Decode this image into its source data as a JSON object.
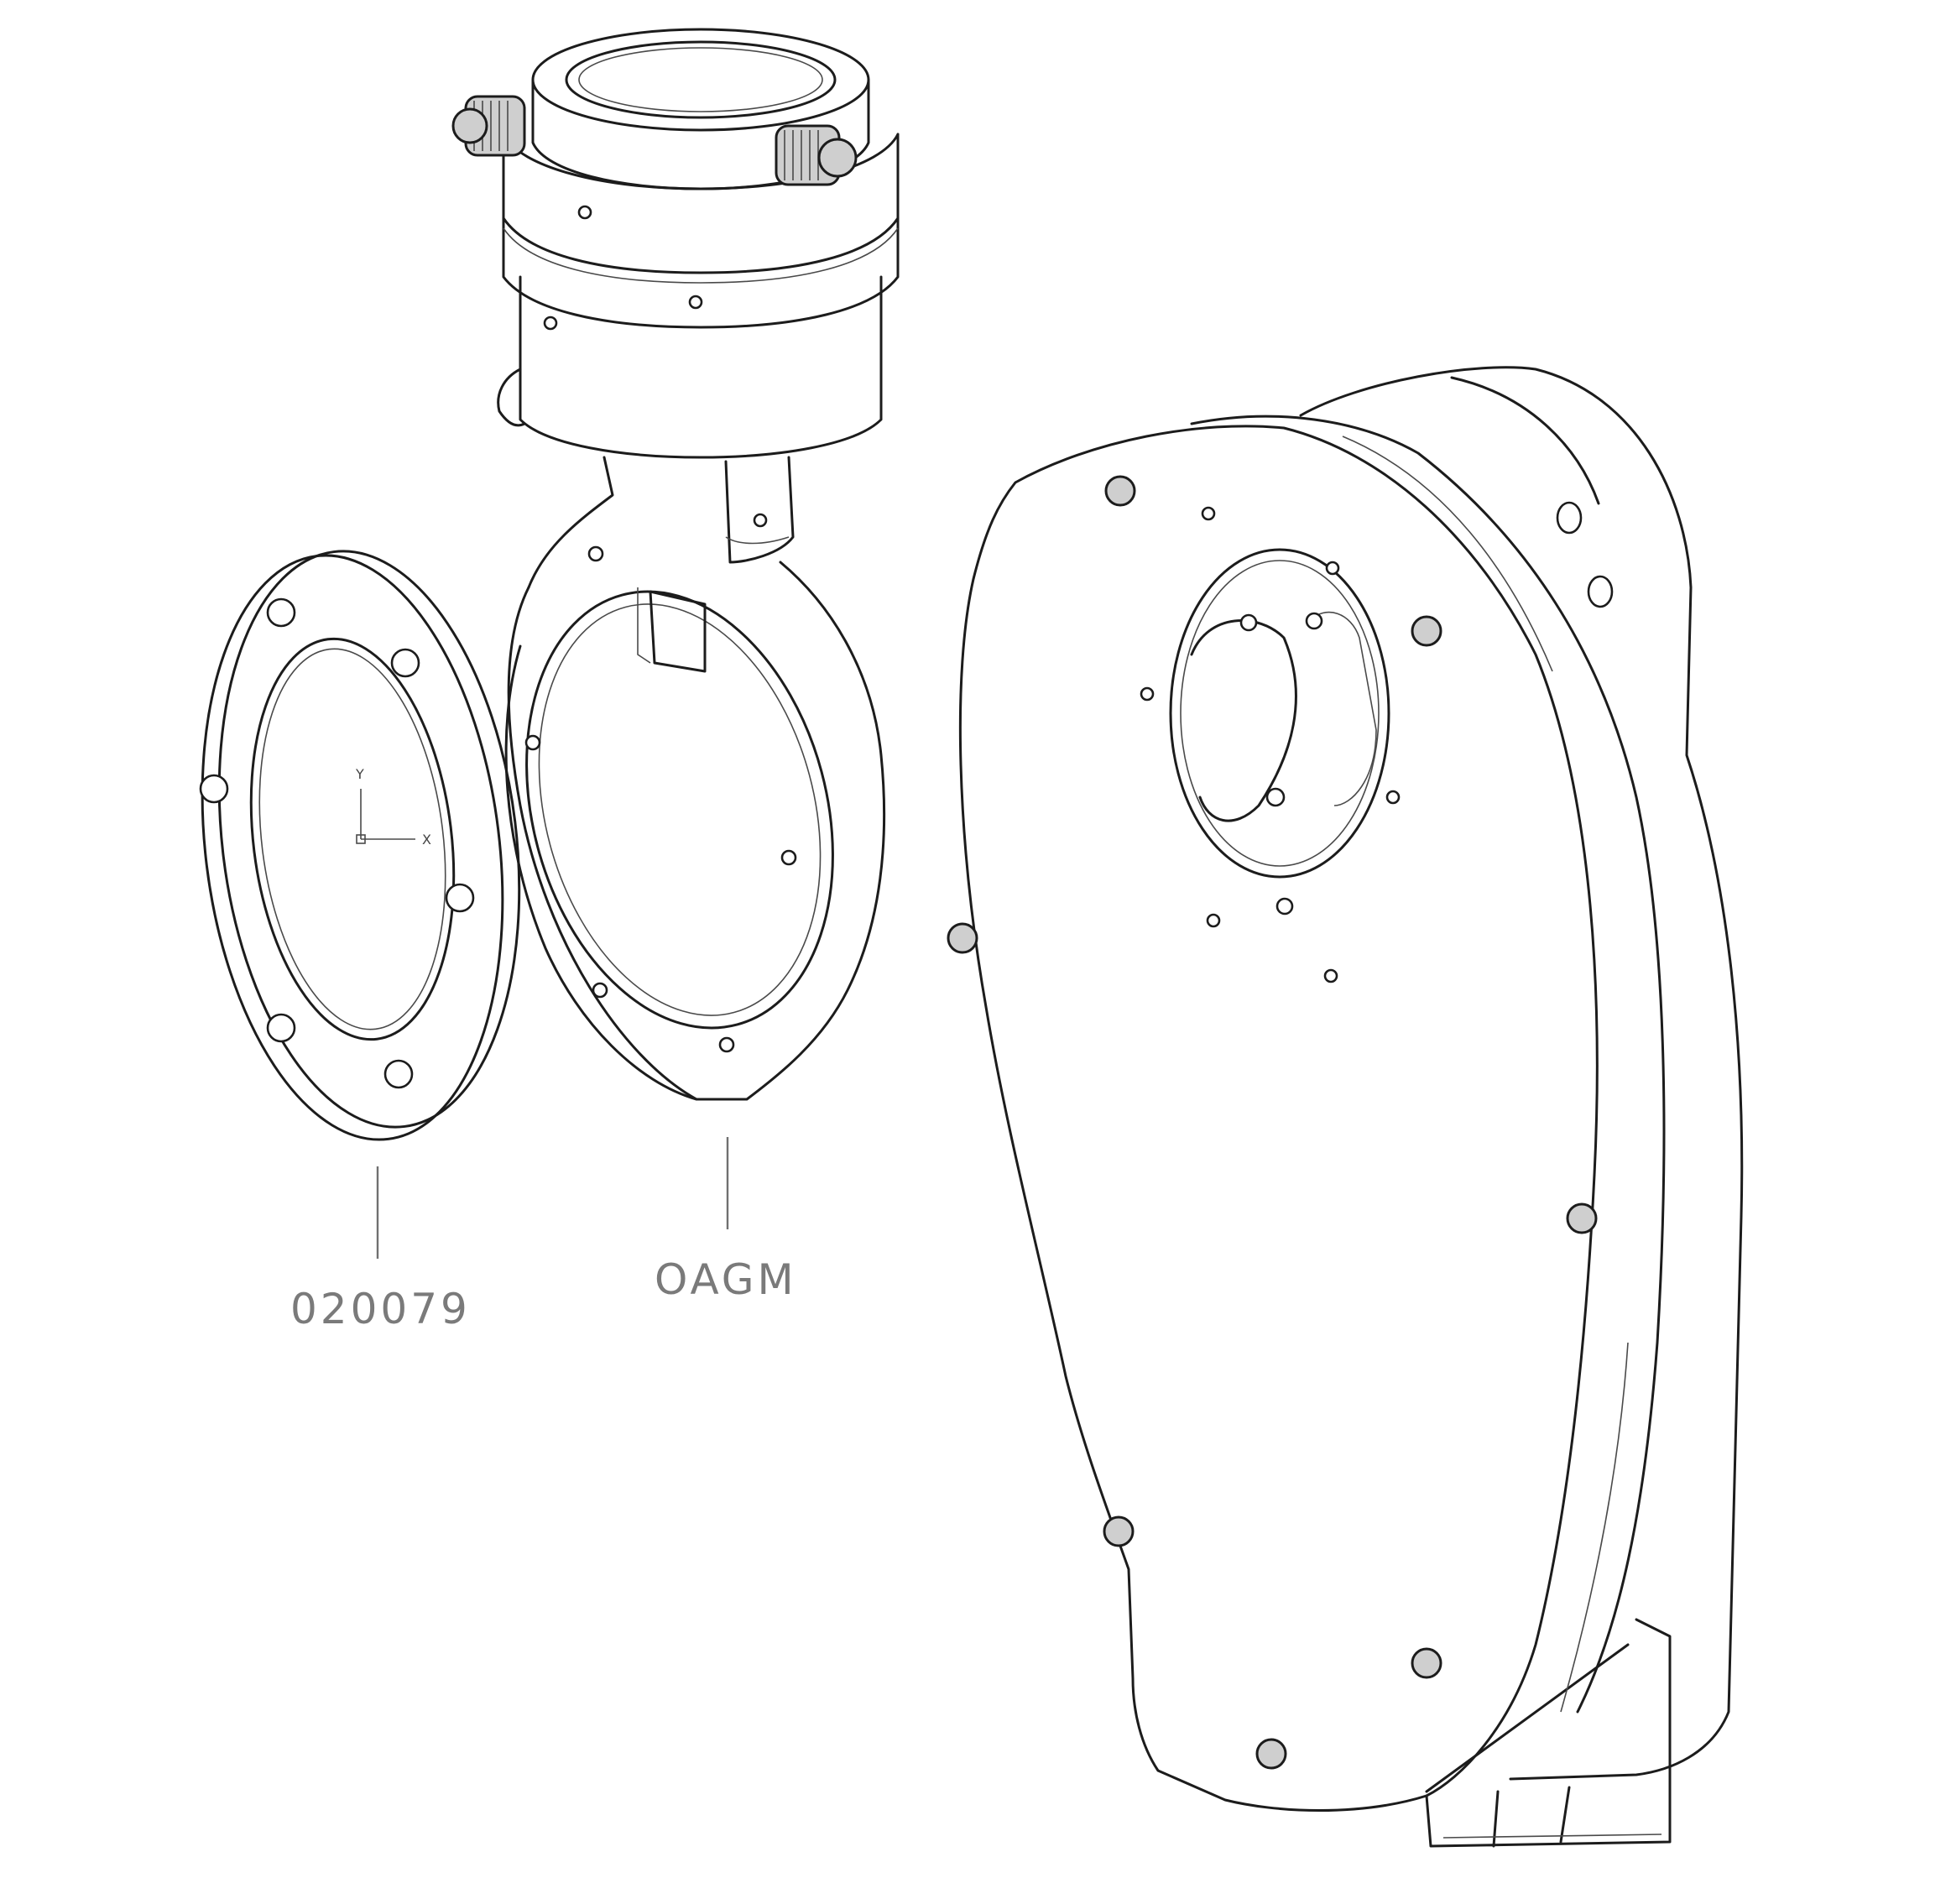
{
  "labels": {
    "ring_part": "020079",
    "oag_part": "OAGM"
  },
  "axis": {
    "y": "Y",
    "x": "X"
  }
}
